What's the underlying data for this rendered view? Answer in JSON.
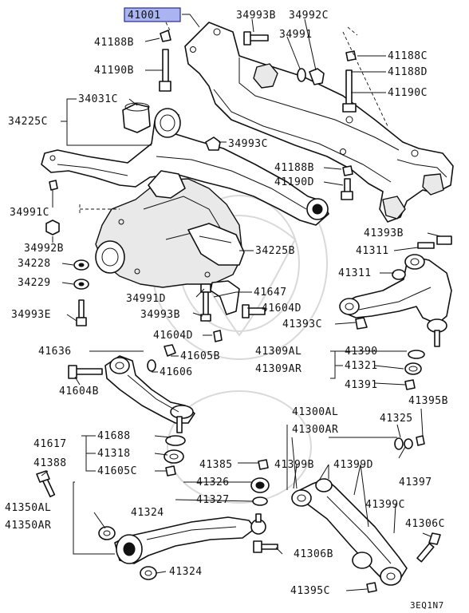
{
  "labels": {
    "l41001": "41001",
    "l34993B": "34993B",
    "l34992C": "34992C",
    "l41188B": "41188B",
    "l34991": "34991",
    "l41188C": "41188C",
    "l41190B": "41190B",
    "l41188D": "41188D",
    "l41190C": "41190C",
    "l34031C": "34031C",
    "l34225C": "34225C",
    "l34993C": "34993C",
    "l41188B2": "41188B",
    "l41190D": "41190D",
    "l34991C": "34991C",
    "l34992B": "34992B",
    "l41393B": "41393B",
    "l34228": "34228",
    "l34225B": "34225B",
    "l41311a": "41311",
    "l34229": "34229",
    "l41311b": "41311",
    "l34991D": "34991D",
    "l41647": "41647",
    "l34993B2": "34993B",
    "l41604D": "41604D",
    "l34993E": "34993E",
    "l41393C": "41393C",
    "l41604D2": "41604D",
    "l41636": "41636",
    "l41605B": "41605B",
    "l41309AL": "41309AL",
    "l41390": "41390",
    "l41606": "41606",
    "l41309AR": "41309AR",
    "l41321": "41321",
    "l41604B": "41604B",
    "l41391": "41391",
    "l41395B": "41395B",
    "l41300AL": "41300AL",
    "l41300AR": "41300AR",
    "l41325": "41325",
    "l41617": "41617",
    "l41688": "41688",
    "l41318": "41318",
    "l41605C": "41605C",
    "l41388": "41388",
    "l41385": "41385",
    "l41399B": "41399B",
    "l41399D": "41399D",
    "l41397": "41397",
    "l41326": "41326",
    "l41327": "41327",
    "l41399C": "41399C",
    "l41350AL": "41350AL",
    "l41350AR": "41350AR",
    "l41324a": "41324",
    "l41306C": "41306C",
    "l41306B": "41306B",
    "l41324b": "41324",
    "l41395C": "41395C",
    "l3EQ1N7": "3EQ1N7"
  }
}
